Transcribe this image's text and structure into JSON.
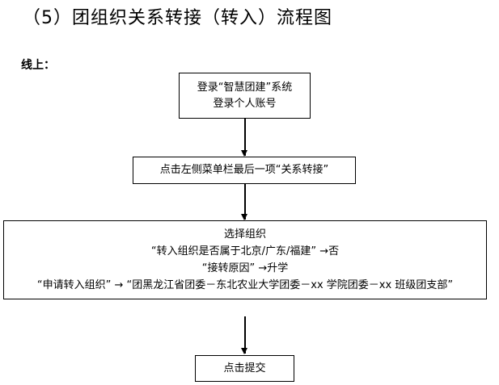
{
  "title": "（5）团组织关系转接（转入）流程图",
  "subtitle": "线上：",
  "steps": {
    "s1": {
      "l1": "登录“智慧团建”系统",
      "l2": "登录个人账号"
    },
    "s2": {
      "l1": "点击左侧菜单栏最后一项“关系转接”"
    },
    "s3": {
      "l1": "选择组织",
      "l2": "“转入组织是否属于北京/广东/福建” →否",
      "l3": "“接转原因” →升学",
      "l4": "“申请转入组织” → “团黑龙江省团委－东北农业大学团委－xx 学院团委－xx 班级团支部”"
    },
    "s4": {
      "l1": "点击提交"
    }
  }
}
